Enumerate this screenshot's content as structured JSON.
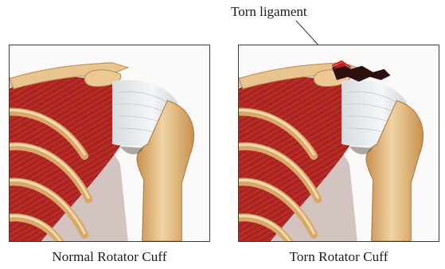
{
  "callout": {
    "label": "Torn ligament"
  },
  "panels": [
    {
      "caption": "Normal Rotator Cuff"
    },
    {
      "caption": "Torn Rotator Cuff"
    }
  ],
  "colors": {
    "bone": "#e8c48e",
    "bone_shade": "#c8914f",
    "muscle": "#b52a26",
    "muscle_dark": "#7d1512",
    "tendon": "#e9ecef",
    "border": "#3a3a3a"
  }
}
